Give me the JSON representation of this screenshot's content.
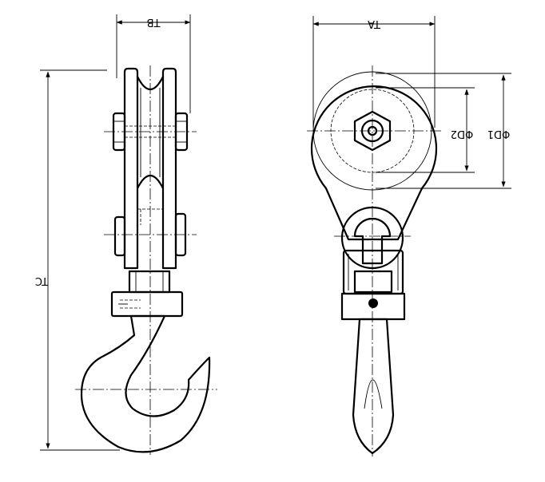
{
  "dimensions": {
    "tb": "TB",
    "ta": "TA",
    "tc": "TC",
    "d1": "ΦD1",
    "d2": "ΦD2"
  },
  "colors": {
    "ink": "#000000",
    "background": "#ffffff"
  }
}
